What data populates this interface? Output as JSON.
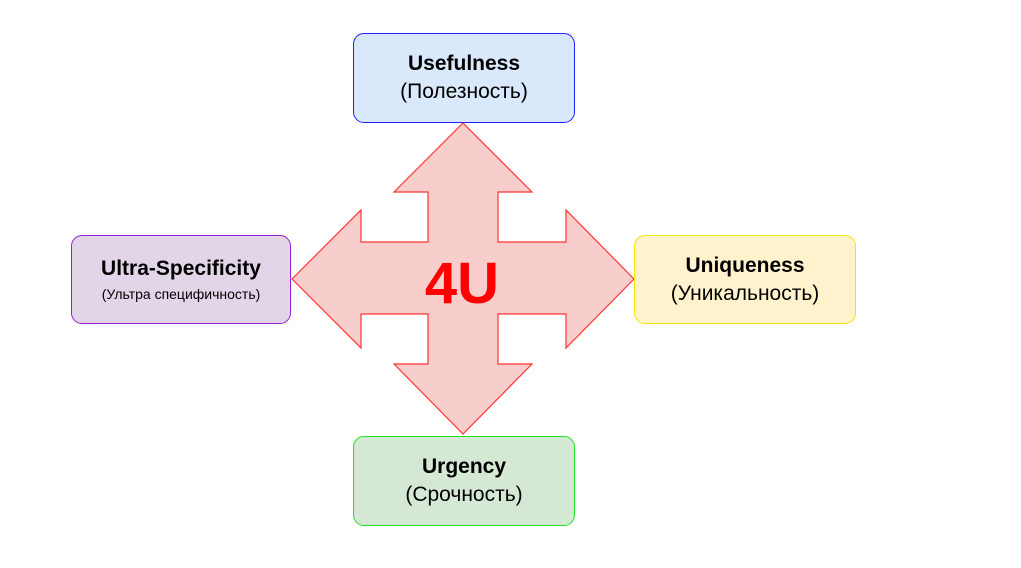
{
  "diagram": {
    "center_label": "4U",
    "colors": {
      "arrow_fill": "#f8cecc",
      "arrow_stroke": "#ff3333",
      "center_text": "#ff0000"
    },
    "boxes": {
      "usefulness": {
        "title": "Usefulness",
        "subtitle": "(Полезность)",
        "fill": "#dae8fc",
        "stroke": "#1f1fff"
      },
      "ultra_specificity": {
        "title": "Ultra-Specificity",
        "subtitle": "(Ультра специфичность)",
        "fill": "#e1d5e7",
        "stroke": "#9a1fd6"
      },
      "uniqueness": {
        "title": "Uniqueness",
        "subtitle": "(Уникальность)",
        "fill": "#fff2cc",
        "stroke": "#f2e600"
      },
      "urgency": {
        "title": "Urgency",
        "subtitle": "(Срочность)",
        "fill": "#d5e8d4",
        "stroke": "#22e022"
      }
    }
  }
}
